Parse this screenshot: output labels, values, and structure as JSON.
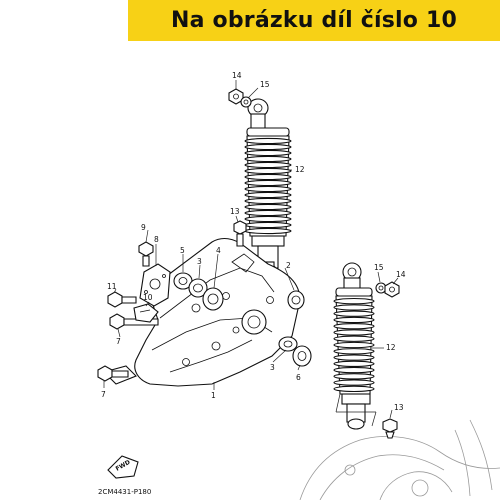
{
  "banner": {
    "text": "Na obrázku díl číslo 10",
    "color": "#f7d116"
  },
  "diagram_code": "2CM4431-P180",
  "fwd_label": "FWD",
  "callouts": {
    "n1": "1",
    "n2": "2",
    "n3a": "3",
    "n3b": "3",
    "n4": "4",
    "n5": "5",
    "n6": "6",
    "n7a": "7",
    "n7b": "7",
    "n8": "8",
    "n9": "9",
    "n10": "10",
    "n11": "11",
    "n12a": "12",
    "n12b": "12",
    "n13a": "13",
    "n13b": "13",
    "n14a": "14",
    "n14b": "14",
    "n15a": "15",
    "n15b": "15"
  }
}
